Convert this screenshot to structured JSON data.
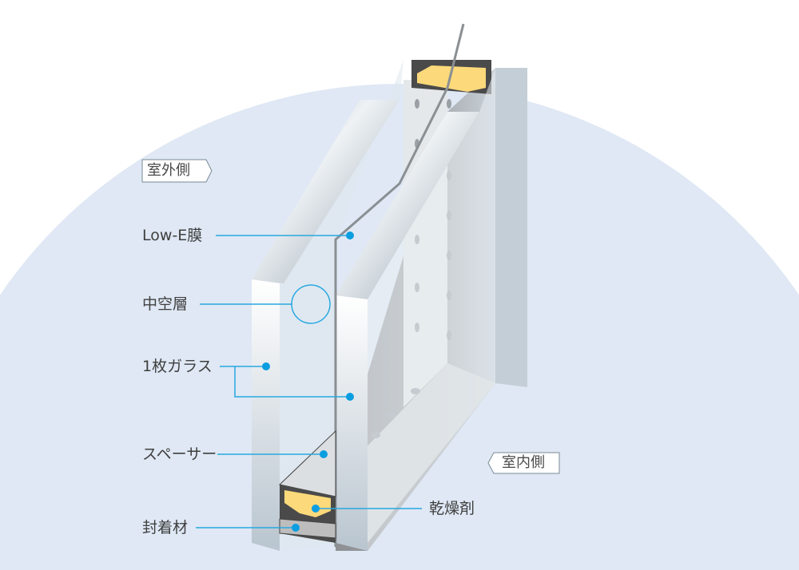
{
  "tags": {
    "outdoor": "室外側",
    "indoor": "室内側"
  },
  "labels": {
    "lowe": "Low-E膜",
    "hollow": "中空層",
    "single_glass": "1枚ガラス",
    "spacer": "スペーサー",
    "desiccant": "乾燥剤",
    "sealant": "封着材"
  },
  "colors": {
    "accent": "#0a9de0",
    "background_circle": "#dfe8f4",
    "desiccant": "#fcd97a"
  }
}
